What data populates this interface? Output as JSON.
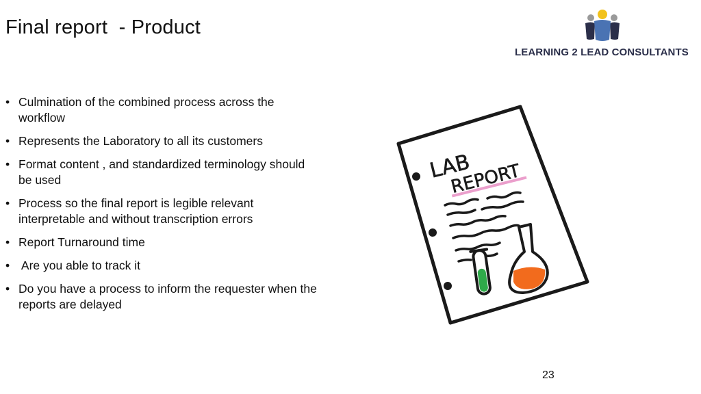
{
  "slide": {
    "title": "Final report  - Product",
    "page_number": "23"
  },
  "logo": {
    "text": "LEARNING 2 LEAD CONSULTANTS",
    "icon": "team-people-icon",
    "colors": {
      "gold": "#f2c21b",
      "blue": "#4a73b3",
      "gray": "#9a9a9a",
      "dark": "#2b2f4a"
    }
  },
  "bullets": [
    "Culmination of the combined process across the workflow",
    "Represents the Laboratory to all its customers",
    "Format content , and standardized terminology should be used",
    "Process so the final report is legible relevant interpretable and  without transcription errors",
    "Report Turnaround time",
    " Are you able to track it",
    "Do you have a process to inform the requester when the reports are delayed"
  ],
  "illustration": {
    "heading_line1": "LAB",
    "heading_line2": "REPORT",
    "icon": "lab-report-icon",
    "colors": {
      "tube": "#2faa4a",
      "flask": "#f26b1d",
      "highlight": "#e88fc4"
    }
  }
}
